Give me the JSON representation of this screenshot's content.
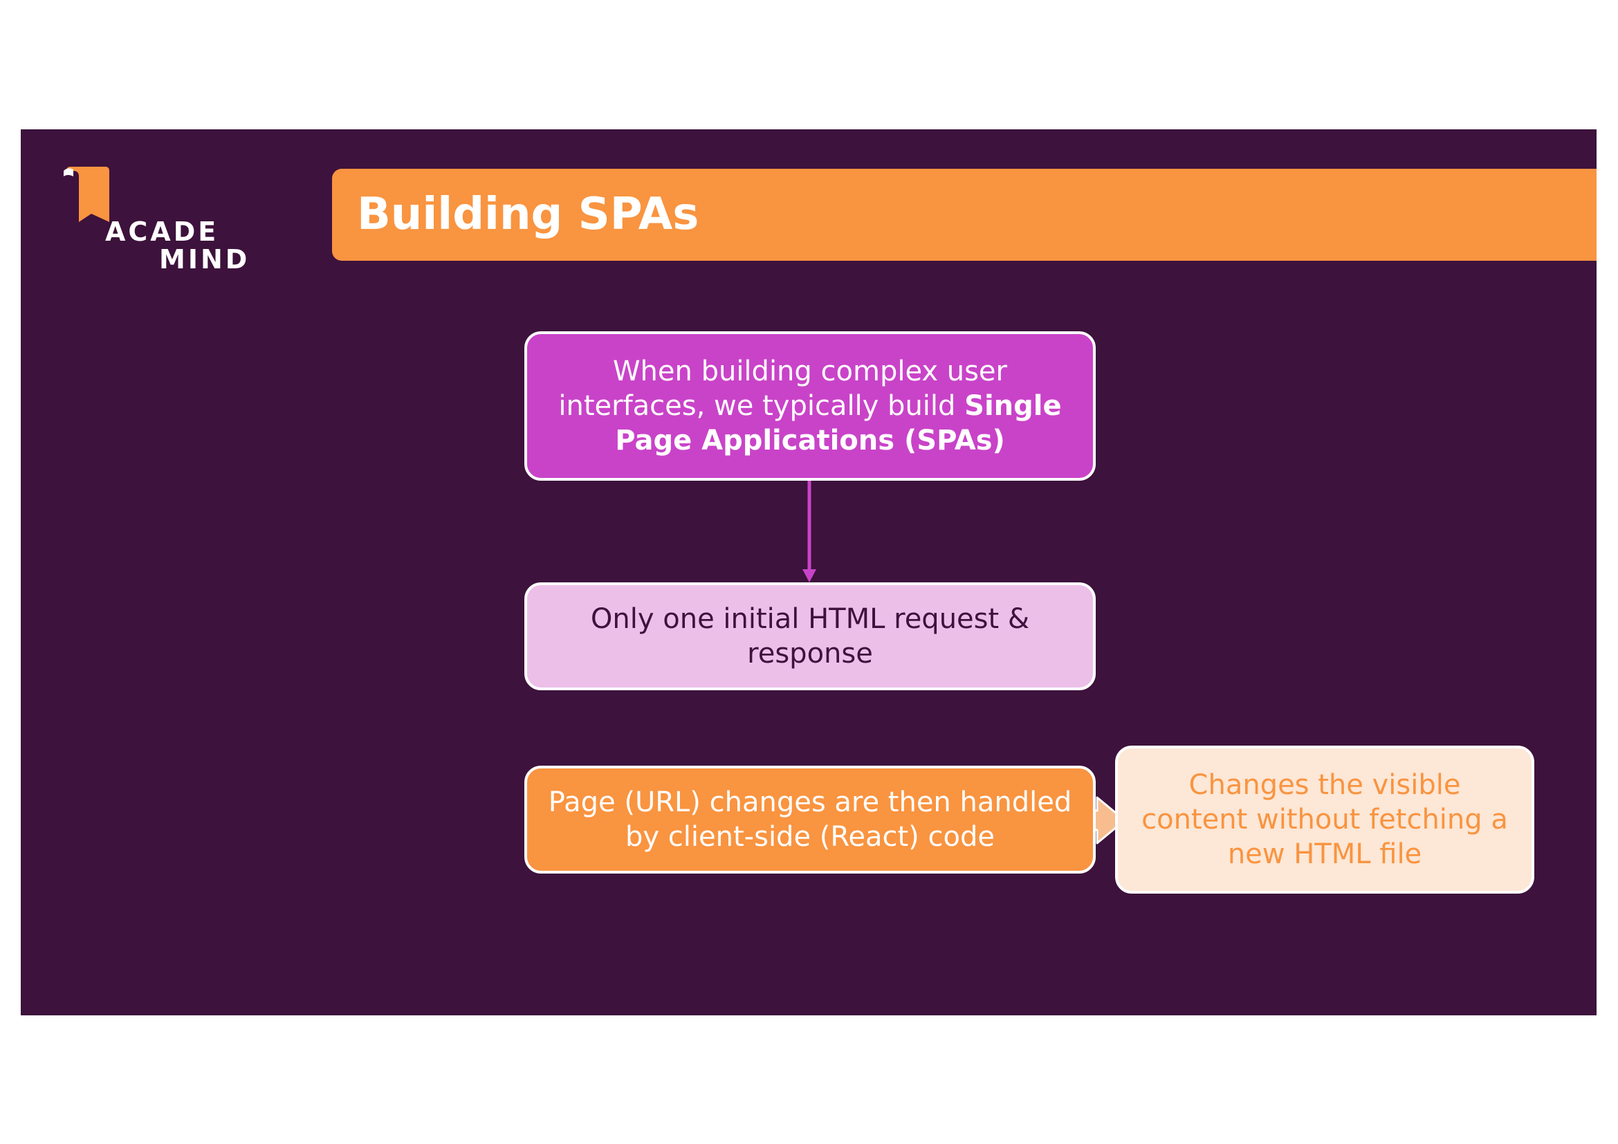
{
  "logo": {
    "line1": "ACADE",
    "line2": "MIND"
  },
  "title": "Building SPAs",
  "boxes": {
    "spa": {
      "text_plain": "When building complex user interfaces, we typically build ",
      "text_bold": "Single Page Applications (SPAs)"
    },
    "request": {
      "text": "Only one initial HTML request & response"
    },
    "url": {
      "text": "Page (URL) changes are then handled by client-side (React) code"
    },
    "changes": {
      "text": "Changes the visible content without fetching a new HTML file"
    }
  },
  "colors": {
    "background": "#3d123c",
    "orange": "#f99440",
    "magenta": "#c943c8",
    "light_pink": "#ecbfe9",
    "light_peach": "#fde7d6",
    "arrow_peach": "#f7bd8e"
  }
}
